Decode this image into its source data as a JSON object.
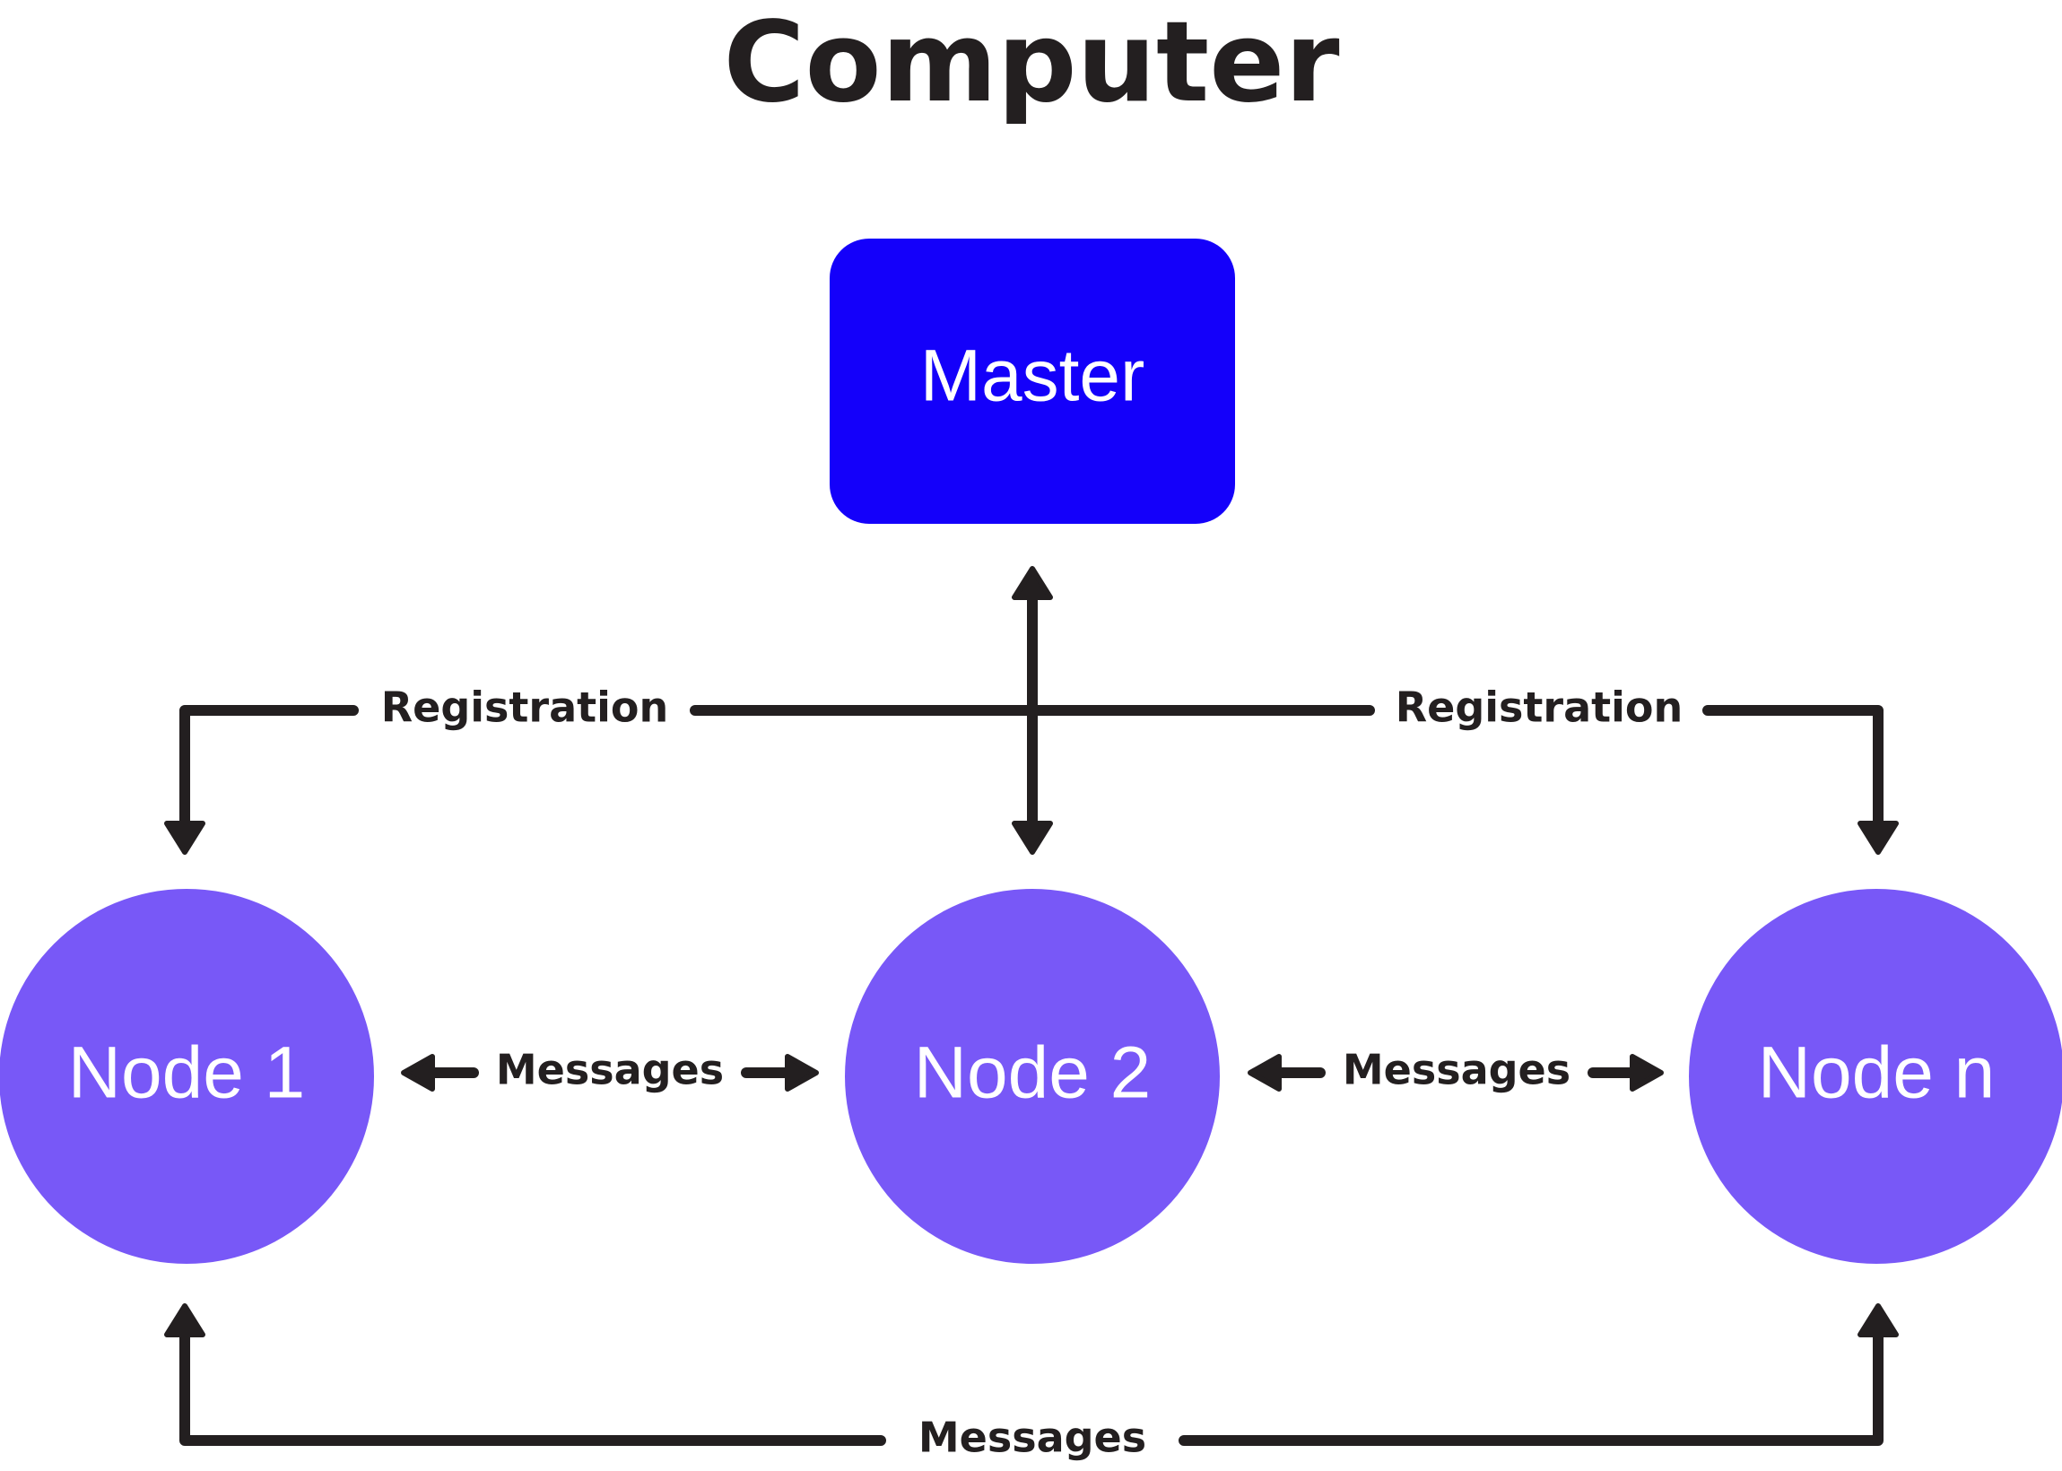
{
  "title": "Computer",
  "colors": {
    "master_fill": "#1400FA",
    "node_fill": "#7858F7",
    "line": "#231F20",
    "text_dark": "#231F20",
    "text_light": "#FFFFFF"
  },
  "master": {
    "label": "Master"
  },
  "nodes": [
    {
      "label": "Node 1"
    },
    {
      "label": "Node 2"
    },
    {
      "label": "Node n"
    }
  ],
  "edges": {
    "registration_left": "Registration",
    "registration_right": "Registration",
    "messages_1_2": "Messages",
    "messages_2_n": "Messages",
    "messages_1_n": "Messages"
  }
}
